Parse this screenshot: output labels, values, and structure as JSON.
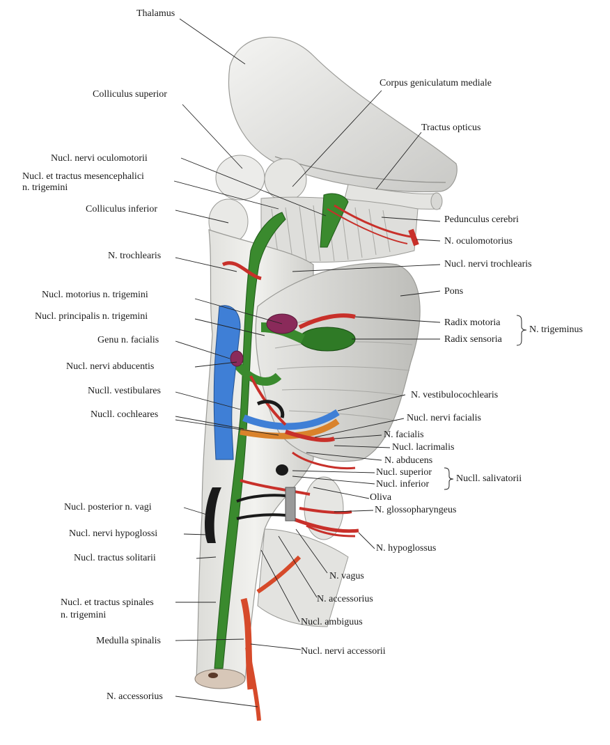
{
  "labels": {
    "thalamus": "Thalamus",
    "colliculus_superior": "Colliculus superior",
    "corpus_geniculatum": "Corpus geniculatum mediale",
    "tractus_opticus": "Tractus opticus",
    "nucl_oculomotorii": "Nucl. nervi oculomotorii",
    "nucl_mesencephalici_1": "Nucl. et tractus mesencephalici",
    "nucl_mesencephalici_2": "n. trigemini",
    "colliculus_inferior": "Colliculus inferior",
    "pedunculus": "Pedunculus cerebri",
    "n_oculomotorius": "N. oculomotorius",
    "n_trochlearis": "N. trochlearis",
    "nucl_trochlearis": "Nucl. nervi trochlearis",
    "pons": "Pons",
    "nucl_motorius_trig": "Nucl. motorius n. trigemini",
    "nucl_principalis_trig": "Nucl. principalis n. trigemini",
    "radix_motoria": "Radix motoria",
    "radix_sensoria": "Radix sensoria",
    "n_trigeminus": "N. trigeminus",
    "genu_facialis": "Genu n. facialis",
    "nucl_abducentis": "Nucl. nervi abducentis",
    "nucll_vestibulares": "Nucll. vestibulares",
    "n_vestibulocochlearis": "N. vestibulocochlearis",
    "nucll_cochleares": "Nucll. cochleares",
    "nucl_facialis": "Nucl. nervi facialis",
    "n_facialis": "N. facialis",
    "nucl_lacrimalis": "Nucl. lacrimalis",
    "n_abducens": "N. abducens",
    "nucl_superior": "Nucl. superior",
    "nucl_inferior": "Nucl. inferior",
    "nucll_salivatorii": "Nucll. salivatorii",
    "oliva": "Oliva",
    "n_glossopharyngeus": "N. glossopharyngeus",
    "nucl_posterior_vagi": "Nucl. posterior n. vagi",
    "nucl_hypoglossi": "Nucl. nervi hypoglossi",
    "n_hypoglossus": "N. hypoglossus",
    "nucl_solitarii": "Nucl. tractus solitarii",
    "n_vagus": "N. vagus",
    "n_accessorius_mid": "N. accessorius",
    "nucl_spinales_1": "Nucl. et tractus spinales",
    "nucl_spinales_2": "n. trigemini",
    "nucl_ambiguus": "Nucl. ambiguus",
    "medulla_spinalis": "Medulla spinalis",
    "nucl_accessorii": "Nucl. nervi accessorii",
    "n_accessorius_bottom": "N. accessorius"
  },
  "colors": {
    "motor_nuclei": "#c8302a",
    "sensory_nuclei": "#3a8a2e",
    "vestibular": "#3f7fd6",
    "cochlear": "#d9822b",
    "autonomic": "#1a1a1a",
    "brainstem": "#eeeeea"
  }
}
